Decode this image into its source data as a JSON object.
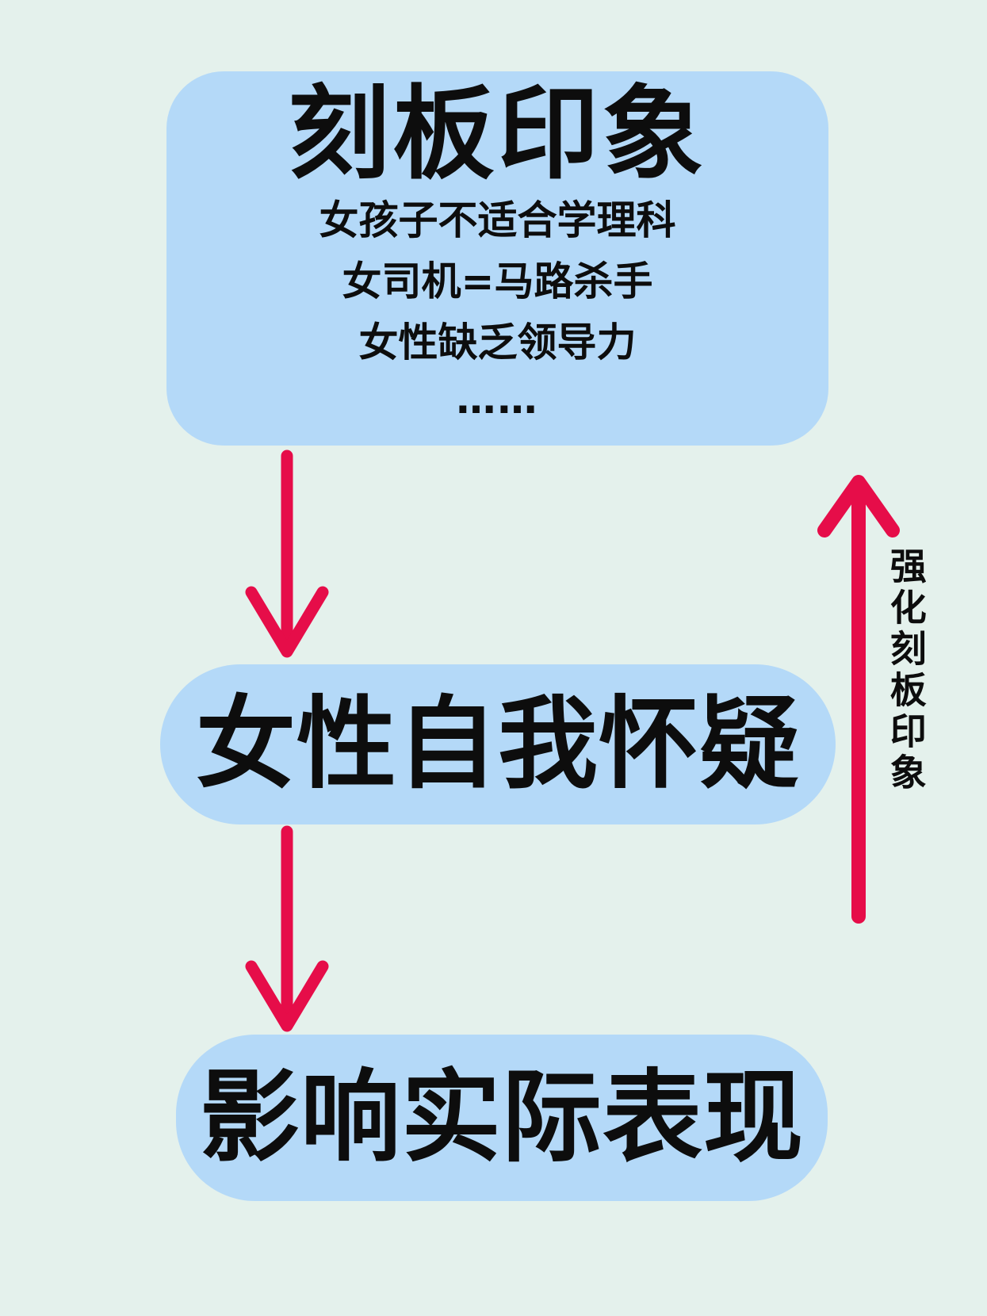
{
  "colors": {
    "background": "#e4f1ec",
    "box_fill": "#b4d9f8",
    "arrow": "#e60d49",
    "text": "#0d0d0d"
  },
  "diagram": {
    "top_box": {
      "title": "刻板印象",
      "examples": [
        "女孩子不适合学理科",
        "女司机=马路杀手",
        "女性缺乏领导力"
      ],
      "ellipsis": "……"
    },
    "middle_box": {
      "label": "女性自我怀疑"
    },
    "bottom_box": {
      "label": "影响实际表现"
    },
    "feedback_arrow": {
      "label": "强化刻板印象",
      "direction": "up"
    },
    "arrows": [
      {
        "from": "top_box",
        "to": "middle_box",
        "direction": "down"
      },
      {
        "from": "middle_box",
        "to": "bottom_box",
        "direction": "down"
      },
      {
        "from": "bottom_box",
        "to": "top_box",
        "direction": "up"
      }
    ]
  }
}
